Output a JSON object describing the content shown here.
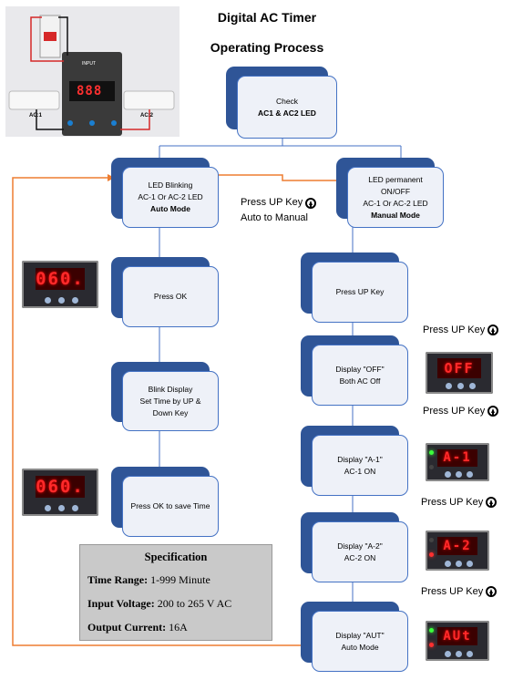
{
  "header": {
    "title": "Digital AC Timer",
    "subtitle": "Operating Process"
  },
  "photo": {
    "left_label": "AC:1",
    "right_label": "AC:2",
    "device_label": "INPUT",
    "digits": "888"
  },
  "nodes": {
    "check": {
      "line1": "Check",
      "line2": "AC1 & AC2 LED"
    },
    "led_blinking": {
      "line1": "LED Blinking",
      "line2": "AC-1 Or AC-2 LED",
      "line3": "Auto Mode"
    },
    "led_permanent": {
      "line1": "LED permanent",
      "line2": "ON/OFF",
      "line3": "AC-1 Or AC-2 LED",
      "line4": "Manual Mode"
    },
    "press_ok": {
      "line1": "Press OK"
    },
    "blink_display": {
      "line1": "Blink Display",
      "line2": "Set Time by UP &",
      "line3": "Down Key"
    },
    "press_ok_save": {
      "line1": "Press OK to save Time"
    },
    "press_up": {
      "line1": "Press UP Key"
    },
    "display_off": {
      "line1": "Display \"OFF\"",
      "line2": "Both AC Off"
    },
    "display_a1": {
      "line1": "Display \"A-1\"",
      "line2": "AC-1 ON"
    },
    "display_a2": {
      "line1": "Display \"A-2\"",
      "line2": "AC-2 ON"
    },
    "display_aut": {
      "line1": "Display \"AUT\"",
      "line2": "Auto Mode"
    }
  },
  "labels": {
    "auto_to_manual_1": "Press UP Key",
    "auto_to_manual_2": "Auto to Manual",
    "press_up_1": "Press UP Key",
    "press_up_2": "Press UP Key",
    "press_up_3": "Press UP Key",
    "press_up_4": "Press UP Key"
  },
  "displays": {
    "d1": "060.",
    "d2": "060.",
    "off": "OFF",
    "a1": "A-1",
    "a2": "A-2",
    "aut": "AUt"
  },
  "specification": {
    "heading": "Specification",
    "time_range_label": "Time Range:",
    "time_range_value": " 1-999 Minute",
    "input_voltage_label": "Input Voltage:",
    "input_voltage_value": " 200 to 265 V AC",
    "output_current_label": "Output Current:",
    "output_current_value": " 16A"
  },
  "colors": {
    "card_back": "#2f5597",
    "card_front": "#eef1f8",
    "loop_arrow": "#ed7d31",
    "connector": "#4472c4"
  }
}
